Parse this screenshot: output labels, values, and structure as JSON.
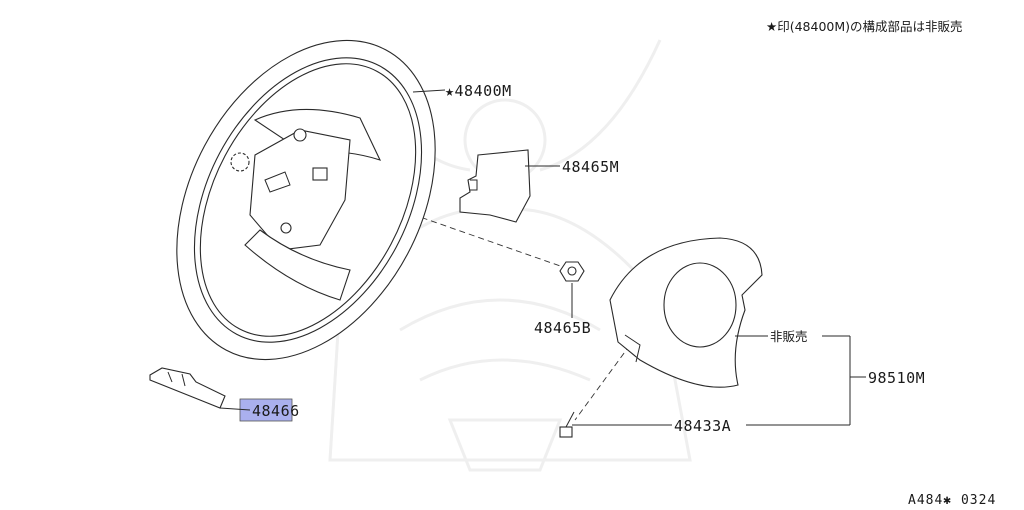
{
  "header_note": "★印(48400M)の構成部品は非販売",
  "footer_ref": "A484✱ 0324",
  "colors": {
    "line": "#2a2a2a",
    "highlight": "#aab0ee",
    "watermark": "#efefef"
  },
  "callouts": {
    "wheel": "★48400M",
    "switch_cover": "48465M",
    "nut": "48465B",
    "lower_cover": "48466",
    "not_sold": "非販売",
    "pad_assembly": "98510M",
    "bolt": "48433A"
  }
}
